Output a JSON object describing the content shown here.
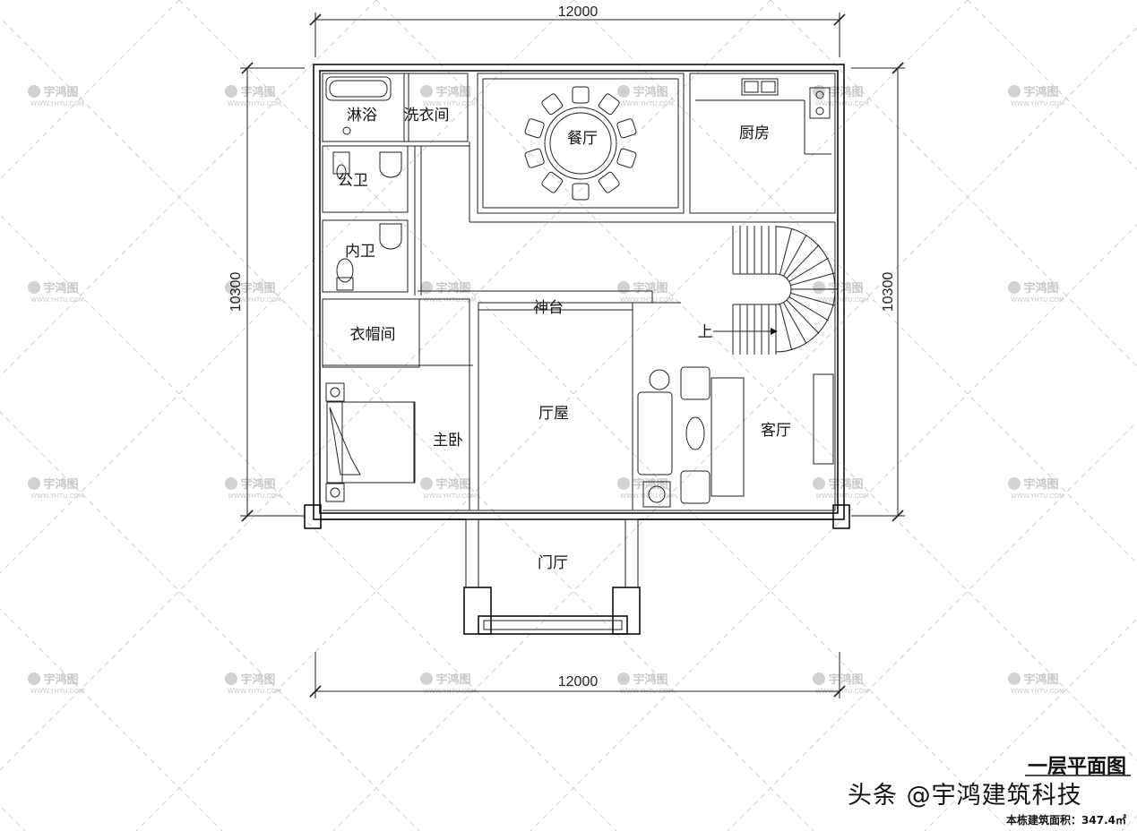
{
  "dimensions": {
    "top_width": "12000",
    "bottom_width": "12000",
    "left_depth": "10300",
    "right_depth": "10300"
  },
  "rooms": {
    "shower": "淋浴",
    "laundry": "洗衣间",
    "dining": "餐厅",
    "kitchen": "厨房",
    "public_bath": "公卫",
    "inner_bath": "内卫",
    "shrine": "神台",
    "cloakroom": "衣帽间",
    "hall": "厅屋",
    "master_bedroom": "主卧",
    "living_room": "客厅",
    "foyer": "门厅",
    "stair_up": "上"
  },
  "watermark": {
    "title": "宇鸿图",
    "url": "WWW.YHTU.COM"
  },
  "caption": {
    "title": "一层平面图",
    "credit": "头条 @宇鸿建筑科技",
    "area": "本栋建筑面积：347.4㎡"
  }
}
